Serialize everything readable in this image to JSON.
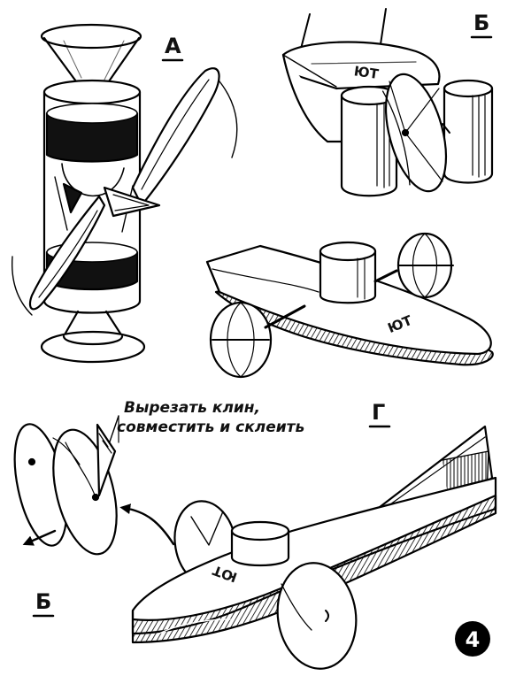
{
  "labels": {
    "a": "А",
    "b_top": "Б",
    "g": "Г",
    "b_bottom": "Б"
  },
  "caption": {
    "line1": "Вырезать клин,",
    "line2": "совместить и склеить"
  },
  "hull_text": "ЮТ",
  "figure_number": "4"
}
